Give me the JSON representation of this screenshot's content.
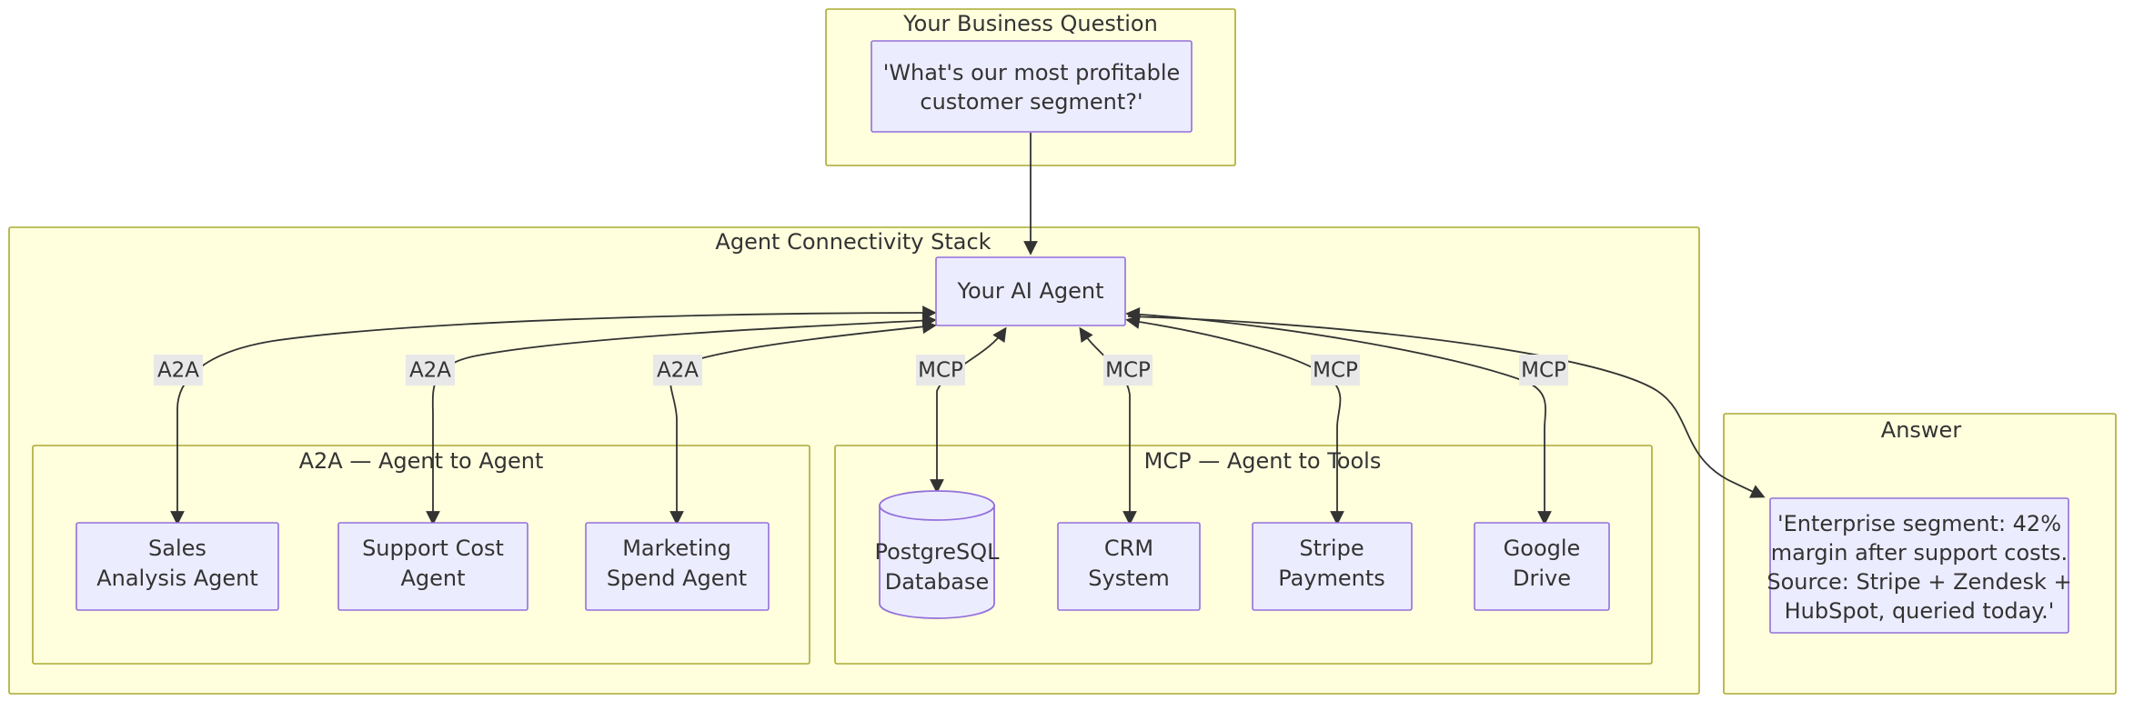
{
  "diagram": {
    "type": "flowchart",
    "clusters": [
      {
        "id": "question",
        "title": "Your Business Question"
      },
      {
        "id": "stack",
        "title": "Agent Connectivity Stack"
      },
      {
        "id": "a2a",
        "title": "A2A — Agent to Agent"
      },
      {
        "id": "mcp",
        "title": "MCP — Agent to Tools"
      },
      {
        "id": "answer",
        "title": "Answer"
      }
    ],
    "nodes": {
      "question": {
        "line1": "'What's our most profitable",
        "line2": "customer segment?'"
      },
      "agent": {
        "line1": "Your AI Agent"
      },
      "sales_agent": {
        "line1": "Sales",
        "line2": "Analysis Agent"
      },
      "support_agent": {
        "line1": "Support Cost",
        "line2": "Agent"
      },
      "marketing_agent": {
        "line1": "Marketing",
        "line2": "Spend Agent"
      },
      "postgres": {
        "line1": "PostgreSQL",
        "line2": "Database"
      },
      "crm": {
        "line1": "CRM",
        "line2": "System"
      },
      "stripe": {
        "line1": "Stripe",
        "line2": "Payments"
      },
      "gdrive": {
        "line1": "Google",
        "line2": "Drive"
      },
      "answer": {
        "line1": "'Enterprise segment: 42%",
        "line2": "margin after support costs.",
        "line3": "Source: Stripe + Zendesk +",
        "line4": "HubSpot, queried today.'"
      }
    },
    "edge_labels": {
      "a2a_1": "A2A",
      "a2a_2": "A2A",
      "a2a_3": "A2A",
      "mcp_1": "MCP",
      "mcp_2": "MCP",
      "mcp_3": "MCP",
      "mcp_4": "MCP"
    },
    "colors": {
      "cluster_fill": "#ffffde",
      "cluster_stroke": "#aaaa33",
      "node_fill": "#ececff",
      "node_stroke": "#9370db",
      "edge_stroke": "#333333",
      "edge_label_bg": "#e8e8e8",
      "text": "#333333",
      "page_bg": "#ffffff"
    }
  }
}
